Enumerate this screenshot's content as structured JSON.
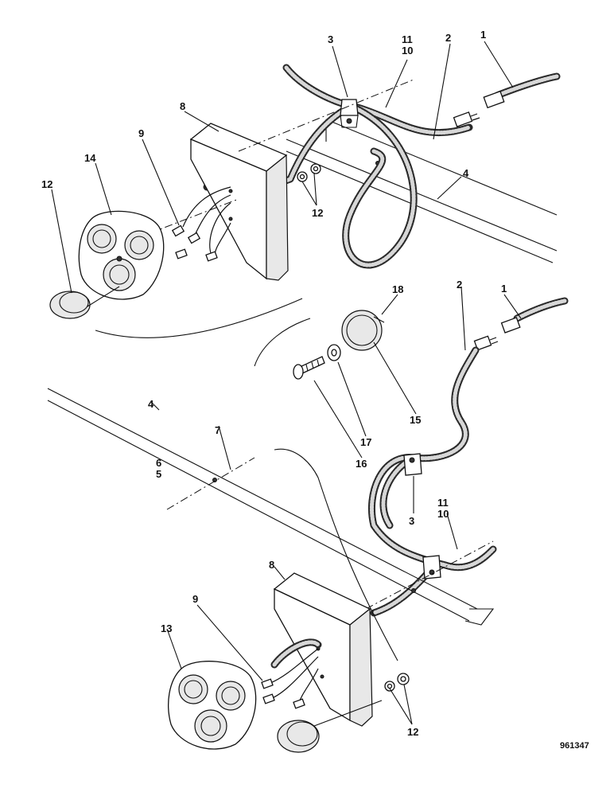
{
  "diagram": {
    "drawing_number": "961347",
    "callouts": {
      "top_1": "1",
      "top_2": "2",
      "top_3": "3",
      "top_4": "4",
      "top_8": "8",
      "top_9": "9",
      "top_10": "10",
      "top_11": "11",
      "top_12_a": "12",
      "top_12_b": "12",
      "top_14": "14",
      "mid_1": "1",
      "mid_2": "2",
      "mid_15": "15",
      "mid_16": "16",
      "mid_17": "17",
      "mid_18": "18",
      "bot_3": "3",
      "bot_4": "4",
      "bot_5": "5",
      "bot_6": "6",
      "bot_7": "7",
      "bot_8": "8",
      "bot_9": "9",
      "bot_10": "10",
      "bot_11": "11",
      "bot_12": "12",
      "bot_13": "13"
    }
  }
}
